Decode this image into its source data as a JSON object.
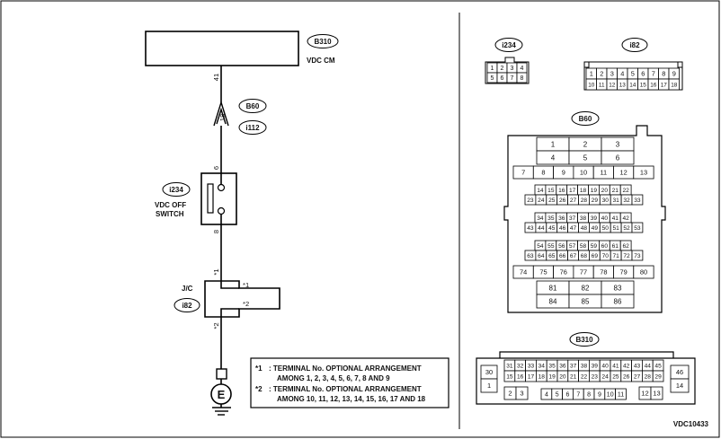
{
  "circuit": {
    "vdc_cm": {
      "tag": "B310",
      "label": "VDC CM",
      "terminal": "41"
    },
    "connector_ref": {
      "tag1": "B60",
      "tag2": "i112",
      "pin": "18"
    },
    "switch": {
      "tag": "i234",
      "label_line1": "VDC OFF",
      "label_line2": "SWITCH",
      "pin_top": "6",
      "pin_bottom": "8"
    },
    "joint": {
      "label": "J/C",
      "tag": "i82",
      "pin_top": "*1",
      "pin_bottom": "*2",
      "right_top": "*1",
      "right_bottom": "*2"
    },
    "ground": {
      "symbol": "E"
    },
    "notes": [
      {
        "mark": "*1",
        "line1": ": TERMINAL No. OPTIONAL ARRANGEMENT",
        "line2": "AMONG 1, 2, 3, 4, 5, 6, 7, 8 AND 9"
      },
      {
        "mark": "*2",
        "line1": ": TERMINAL No. OPTIONAL ARRANGEMENT",
        "line2": "AMONG 10, 11, 12, 13, 14, 15, 16, 17 AND 18"
      }
    ]
  },
  "connectors": {
    "i234": {
      "tag": "i234",
      "rows": [
        [
          "1",
          "2",
          "3",
          "4"
        ],
        [
          "5",
          "6",
          "7",
          "8"
        ]
      ]
    },
    "i82": {
      "tag": "i82",
      "rows": [
        [
          "1",
          "2",
          "3",
          "4",
          "5",
          "6",
          "7",
          "8",
          "9"
        ],
        [
          "10",
          "11",
          "12",
          "13",
          "14",
          "15",
          "16",
          "17",
          "18"
        ]
      ]
    },
    "B60": {
      "tag": "B60",
      "top": [
        [
          "1",
          "2",
          "3"
        ],
        [
          "4",
          "5",
          "6"
        ]
      ],
      "row7": [
        "7",
        "8",
        "9",
        "10",
        "11",
        "12",
        "13"
      ],
      "g1": [
        [
          "14",
          "15",
          "16",
          "17",
          "18",
          "19",
          "20",
          "21",
          "22"
        ],
        [
          "23",
          "24",
          "25",
          "26",
          "27",
          "28",
          "29",
          "30",
          "31",
          "32",
          "33"
        ]
      ],
      "g2": [
        [
          "34",
          "35",
          "36",
          "37",
          "38",
          "39",
          "40",
          "41",
          "42"
        ],
        [
          "43",
          "44",
          "45",
          "46",
          "47",
          "48",
          "49",
          "50",
          "51",
          "52",
          "53"
        ]
      ],
      "g3": [
        [
          "54",
          "55",
          "56",
          "57",
          "58",
          "59",
          "60",
          "61",
          "62"
        ],
        [
          "63",
          "64",
          "65",
          "66",
          "67",
          "68",
          "69",
          "70",
          "71",
          "72",
          "73"
        ]
      ],
      "row74": [
        "74",
        "75",
        "76",
        "77",
        "78",
        "79",
        "80"
      ],
      "bottom": [
        [
          "81",
          "82",
          "83"
        ],
        [
          "84",
          "85",
          "86"
        ]
      ]
    },
    "B310": {
      "tag": "B310",
      "left": [
        "30",
        "1"
      ],
      "right": [
        "46",
        "14"
      ],
      "row1": [
        "31",
        "32",
        "33",
        "34",
        "35",
        "36",
        "37",
        "38",
        "39",
        "40",
        "41",
        "42",
        "43",
        "44",
        "45"
      ],
      "row2": [
        "15",
        "16",
        "17",
        "18",
        "19",
        "20",
        "21",
        "22",
        "23",
        "24",
        "25",
        "26",
        "27",
        "28",
        "29"
      ],
      "row3a": [
        "2",
        "3"
      ],
      "row3b": [
        "4",
        "5",
        "6",
        "7",
        "8",
        "9",
        "10",
        "11"
      ],
      "row3c": [
        "12",
        "13"
      ]
    }
  },
  "figure_id": "VDC10433"
}
